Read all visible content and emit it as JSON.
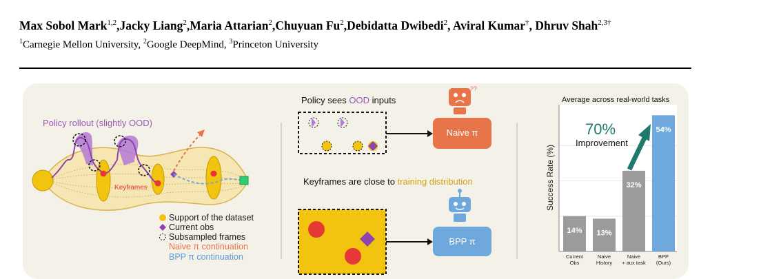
{
  "header": {
    "authors": [
      {
        "name": "Max Sobol Mark",
        "aff": "1,2",
        "sep": ","
      },
      {
        "name": "Jacky Liang",
        "aff": "2",
        "sep": ","
      },
      {
        "name": "Maria Attarian",
        "aff": "2",
        "sep": ","
      },
      {
        "name": "Chuyuan Fu",
        "aff": "2",
        "sep": ","
      },
      {
        "name": "Debidatta Dwibedi",
        "aff": "2",
        "sep": ", "
      },
      {
        "name": "Aviral Kumar",
        "aff": "†",
        "sep": ", "
      },
      {
        "name": "Dhruv Shah",
        "aff": "2,3†",
        "sep": ""
      }
    ],
    "affiliations": [
      {
        "num": "1",
        "name": "Carnegie Mellon University, "
      },
      {
        "num": "2",
        "name": "Google DeepMind, "
      },
      {
        "num": "3",
        "name": "Princeton University"
      }
    ]
  },
  "figure": {
    "left": {
      "rollout_label": "Policy rollout (slightly OOD)",
      "keyframes_label": "Keyframes",
      "legend": [
        {
          "text": "Support of the dataset",
          "color": "#1a1a1a",
          "marker": "circle-yellow"
        },
        {
          "text": "Current obs",
          "color": "#1a1a1a",
          "marker": "diamond-purple"
        },
        {
          "text": "Subsampled frames",
          "color": "#1a1a1a",
          "marker": "dashed-circle"
        },
        {
          "text": "Naive π continuation",
          "color": "#e8744a",
          "marker": "none"
        },
        {
          "text": "BPP π continuation",
          "color": "#5b9bd5",
          "marker": "none"
        }
      ]
    },
    "middle": {
      "top_title_pre": "Policy sees ",
      "top_title_ood": "OOD",
      "top_title_post": " inputs",
      "naive_box": "Naive π",
      "bottom_title_pre": "Keyframes are close to ",
      "bottom_title_hl": "training distribution",
      "bpp_box": "BPP π"
    },
    "right": {
      "title": "Average across real-world tasks",
      "ylabel": "Success Rate (%)",
      "annotation_pct": "70%",
      "annotation_text": "Improvement"
    },
    "colors": {
      "ood": "#9b59b6",
      "orange": "#e8744a",
      "blue": "#6fa8dc",
      "yellow": "#f2c40f",
      "gray_bar": "#9b9b9b",
      "teal": "#1f7a6e",
      "highlight": "#d4a017"
    }
  },
  "chart_data": {
    "type": "bar",
    "title": "Average across real-world tasks",
    "ylabel": "Success Rate (%)",
    "categories": [
      "Current\nObs",
      "Naive\nHistory",
      "Naive\n+ aux task",
      "BPP\n(Ours)"
    ],
    "values": [
      14,
      13,
      32,
      54
    ],
    "value_labels": [
      "14%",
      "13%",
      "32%",
      "54%"
    ],
    "bar_colors": [
      "#9b9b9b",
      "#9b9b9b",
      "#9b9b9b",
      "#6fa8dc"
    ],
    "ylim": [
      0,
      56
    ],
    "grid": true,
    "annotation": "70% Improvement"
  }
}
